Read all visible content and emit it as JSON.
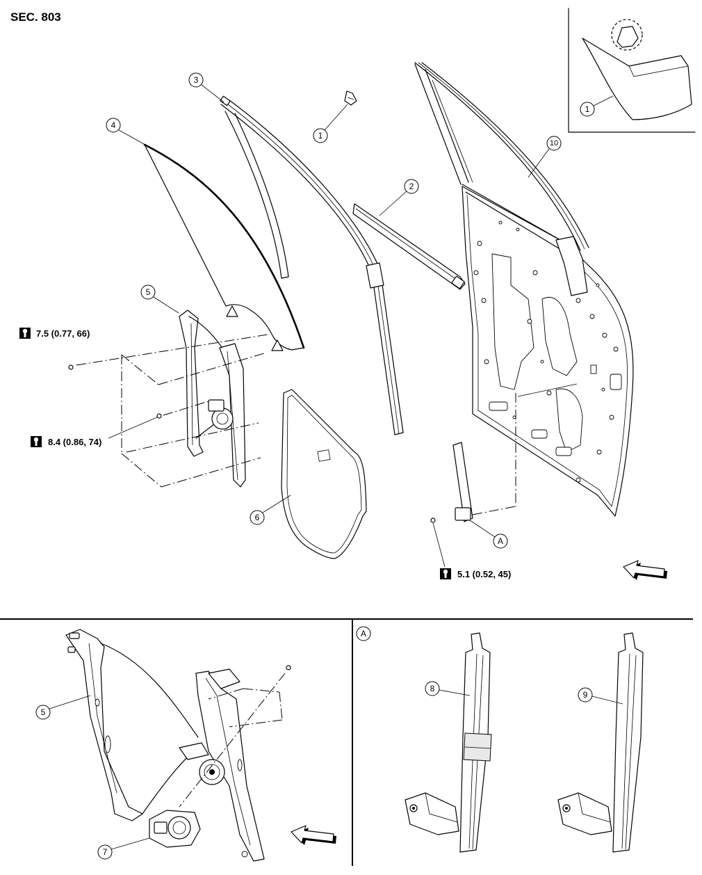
{
  "header": {
    "section": "SEC. 803"
  },
  "callouts": {
    "c1_main": "1",
    "c1_inset": "1",
    "c2": "2",
    "c3": "3",
    "c4": "4",
    "c5_main": "5",
    "c6": "6",
    "c10": "10",
    "cA": "A",
    "c5_detail": "5",
    "c7": "7",
    "c8": "8",
    "c9": "9",
    "panel_A": "A"
  },
  "torques": {
    "t1": "7.5 (0.77, 66)",
    "t2": "8.4 (0.86, 74)",
    "t3": "5.1 (0.52, 45)"
  },
  "icons": {
    "torque": "torque-wrench-icon",
    "front": "front-direction-arrow-icon"
  }
}
